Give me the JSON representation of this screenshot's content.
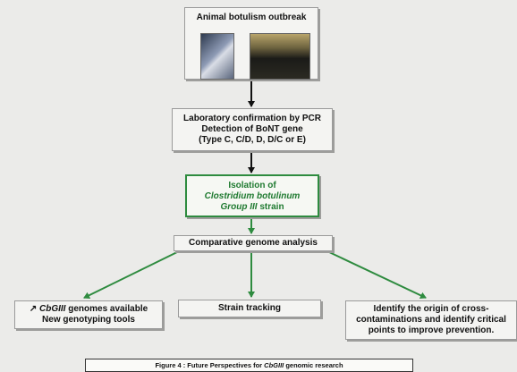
{
  "outbreak": {
    "title": "Animal botulism outbreak"
  },
  "pcr": {
    "line1": "Laboratory confirmation by PCR",
    "line2": "Detection of BoNT gene",
    "line3": "(Type C, C/D, D, D/C or E)"
  },
  "isolation": {
    "line1": "Isolation of",
    "line2": "Clostridium botulinum",
    "line3a": "Group III",
    "line3b": " strain"
  },
  "genome": {
    "label": "Comparative genome analysis"
  },
  "left": {
    "arrow": "↗",
    "line1a": "CbGIII",
    "line1b": " genomes available",
    "line2": "New genotyping tools"
  },
  "tracking": {
    "label": "Strain tracking"
  },
  "right": {
    "line1": "Identify the origin of cross-",
    "line2": "contaminations and identify critical",
    "line3": "points to improve prevention."
  },
  "caption": {
    "prefix": "Figure 4 : Future Perspectives for ",
    "italic": "CbGIII",
    "suffix": " genomic research"
  },
  "colors": {
    "green": "#2e8b3f",
    "black": "#111111"
  }
}
